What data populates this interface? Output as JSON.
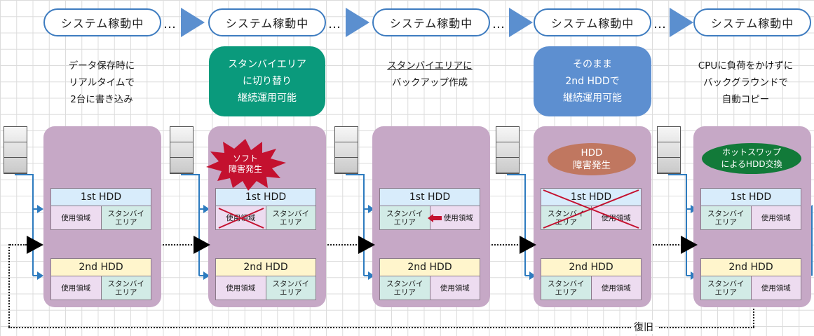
{
  "pills": [
    "システム稼動中",
    "システム稼動中",
    "システム稼動中",
    "システム稼動中",
    "システム稼動中"
  ],
  "ellipsis": "…",
  "stages": [
    {
      "desc": [
        "データ保存時に",
        "リアルタイムで",
        "2台に書き込み"
      ]
    },
    {
      "bubble": [
        "スタンバイエリア",
        "に切り替り",
        "継続運用可能"
      ],
      "burst": [
        "ソフト",
        "障害発生"
      ]
    },
    {
      "desc": [
        "スタンバイエリアに",
        "バックアップ作成"
      ]
    },
    {
      "bubble": [
        "そのまま",
        "2nd HDDで",
        "継続運用可能"
      ],
      "oval": [
        "HDD",
        "障害発生"
      ]
    },
    {
      "desc": [
        "CPUに負荷をかけずに",
        "バックグラウンドで",
        "自動コピー"
      ],
      "oval": [
        "ホットスワップ",
        "によるHDD交換"
      ]
    }
  ],
  "hdd1": "1st HDD",
  "hdd2": "2nd HDD",
  "area": {
    "use": "使用領域",
    "standby": "スタンバイ\nエリア"
  },
  "recover": "復旧",
  "colors": {
    "pill_border": "#3e7cc0",
    "arrow": "#5b8fcf",
    "box": "#c6a8c6",
    "green": "#0a9a7c",
    "blue": "#5d8fd0",
    "brown": "#c07760",
    "dark_green": "#127a39",
    "burst": "#c4112f"
  }
}
